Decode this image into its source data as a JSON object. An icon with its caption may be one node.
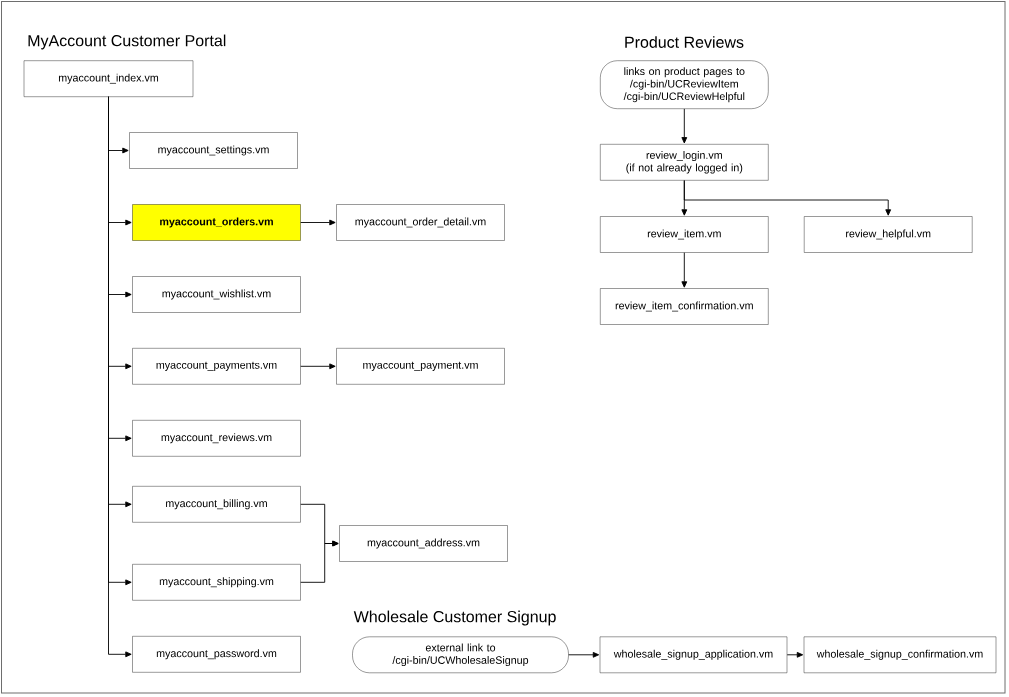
{
  "diagram": {
    "nodes": [
      {
        "text": [
          "myaccount_index.vm"
        ]
      },
      {
        "text": [
          "myaccount_settings.vm"
        ]
      },
      {
        "text": [
          "myaccount_orders.vm"
        ]
      },
      {
        "text": [
          "myaccount_order_detail.vm"
        ]
      },
      {
        "text": [
          "myaccount_wishlist.vm"
        ]
      },
      {
        "text": [
          "myaccount_payments.vm"
        ]
      },
      {
        "text": [
          "myaccount_payment.vm"
        ]
      },
      {
        "text": [
          "myaccount_reviews.vm"
        ]
      },
      {
        "text": [
          "myaccount_billing.vm"
        ]
      },
      {
        "text": [
          "myaccount_address.vm"
        ]
      },
      {
        "text": [
          "myaccount_shipping.vm"
        ]
      },
      {
        "text": [
          "myaccount_password.vm"
        ]
      },
      {
        "text": [
          "links on product pages to /cgi-bin/UCReviewItem /cgi-bin/UCReviewHelpful"
        ]
      },
      {
        "text": [
          "review_login.vm",
          "(if not already logged in)"
        ]
      },
      {
        "text": [
          "review_item.vm"
        ]
      },
      {
        "text": [
          "review_helpful.vm"
        ]
      },
      {
        "text": [
          "review_item_confirmation.vm"
        ]
      },
      {
        "text": [
          "external link to /cgi-bin/UCWholesaleSignup"
        ]
      },
      {
        "text": [
          "wholesale_signup_application.vm"
        ]
      },
      {
        "text": [
          "wholesale_signup_confirmation.vm"
        ]
      }
    ],
    "edges": [
      {
        "from": 0,
        "to": 1,
        "arrow": "to"
      },
      {
        "from": 0,
        "to": 2,
        "arrow": "to"
      },
      {
        "from": 2,
        "to": 3,
        "arrow": "to"
      },
      {
        "from": 0,
        "to": 4,
        "arrow": "to"
      },
      {
        "from": 0,
        "to": 5,
        "arrow": "to"
      },
      {
        "from": 5,
        "to": 6,
        "arrow": "to"
      },
      {
        "from": 0,
        "to": 7,
        "arrow": "to"
      },
      {
        "from": 0,
        "to": 8,
        "arrow": "to"
      },
      {
        "from": 8,
        "to": 9,
        "arrow": "to"
      },
      {
        "from": 0,
        "to": 10,
        "arrow": "to"
      },
      {
        "from": 10,
        "to": 9,
        "arrow": "to"
      },
      {
        "from": 0,
        "to": 11,
        "arrow": "to"
      },
      {
        "from": 12,
        "to": 13,
        "arrow": "to"
      },
      {
        "from": 13,
        "to": 14,
        "arrow": "to"
      },
      {
        "from": 13,
        "to": 15,
        "arrow": "to"
      },
      {
        "from": 14,
        "to": 16,
        "arrow": "to"
      },
      {
        "from": 17,
        "to": 18,
        "arrow": "to"
      },
      {
        "from": 18,
        "to": 19,
        "arrow": "to"
      }
    ],
    "labels": [
      "MyAccount Customer Portal",
      "Product Reviews",
      "Wholesale Customer Signup"
    ]
  }
}
